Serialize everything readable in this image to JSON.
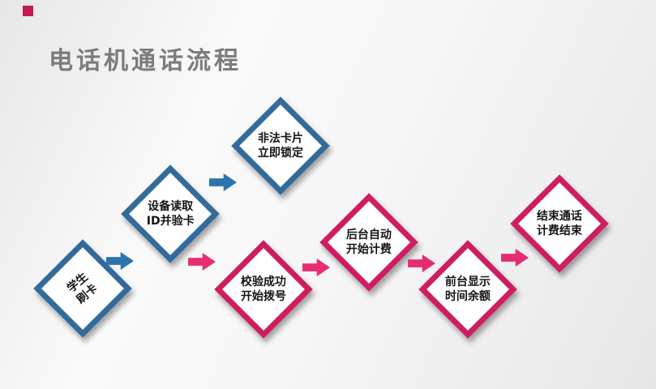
{
  "slide": {
    "title": "电话机通话流程"
  },
  "colors": {
    "blue": "#336a9c",
    "pink": "#cf1d61",
    "arrow_blue": "#2e74ac",
    "arrow_pink": "#e62d74",
    "title_gray": "#7c7c7c",
    "accent": "#c41952"
  },
  "nodes": [
    {
      "line1": "学生",
      "line2": "刷卡",
      "color": "blue"
    },
    {
      "line1": "设备读取",
      "line2": "ID并验卡",
      "color": "blue"
    },
    {
      "line1": "非法卡片",
      "line2": "立即锁定",
      "color": "blue"
    },
    {
      "line1": "校验成功",
      "line2": "开始拨号",
      "color": "pink"
    },
    {
      "line1": "后台自动",
      "line2": "开始计费",
      "color": "pink"
    },
    {
      "line1": "前台显示",
      "line2": "时间余额",
      "color": "pink"
    },
    {
      "line1": "结束通话",
      "line2": "计费结束",
      "color": "pink"
    }
  ],
  "arrows": [
    {
      "from": 1,
      "to": 2,
      "color": "blue"
    },
    {
      "from": 2,
      "to": 3,
      "color": "blue"
    },
    {
      "from": 2,
      "to": 4,
      "color": "pink"
    },
    {
      "from": 4,
      "to": 5,
      "color": "pink"
    },
    {
      "from": 5,
      "to": 6,
      "color": "pink"
    },
    {
      "from": 6,
      "to": 7,
      "color": "pink"
    }
  ]
}
